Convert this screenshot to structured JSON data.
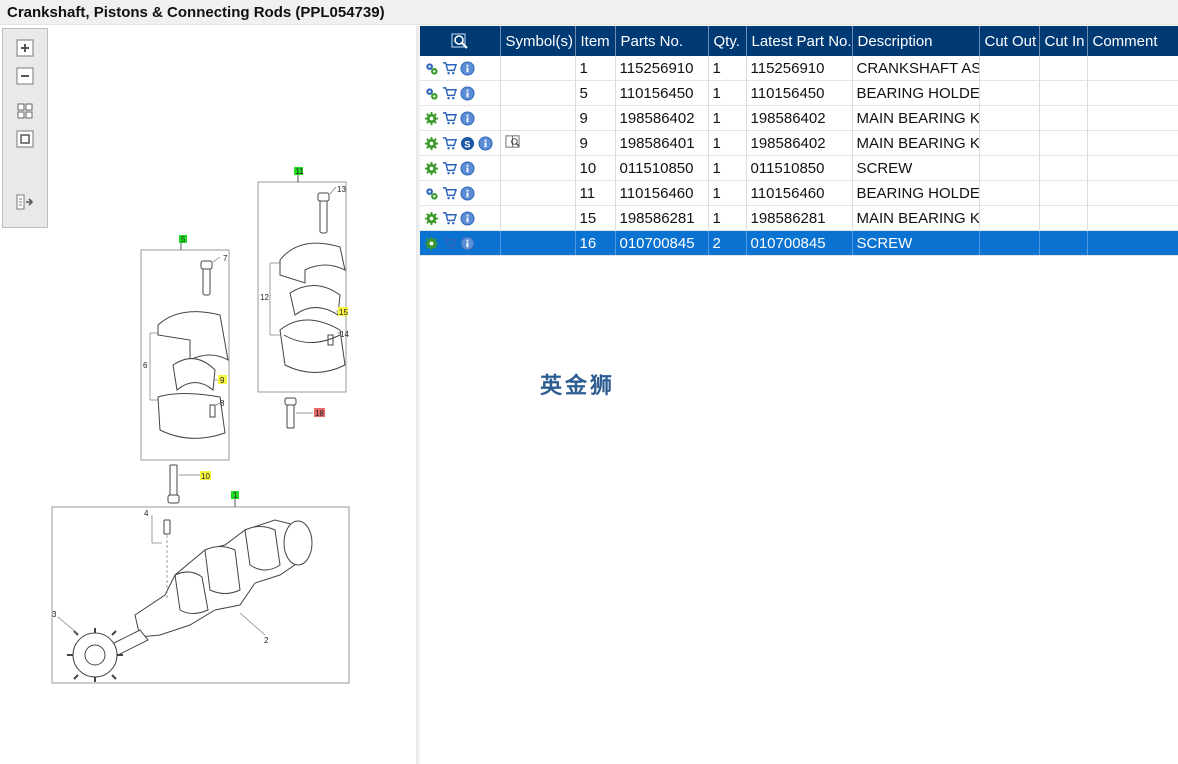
{
  "window": {
    "title": "Crankshaft, Pistons & Connecting Rods (PPL054739)"
  },
  "toolbar": {
    "buttons": [
      {
        "name": "zoom-in-button",
        "icon": "plus-box-icon"
      },
      {
        "name": "zoom-out-button",
        "icon": "minus-box-icon"
      },
      {
        "name": "fit-view-button",
        "icon": "grid-icon"
      },
      {
        "name": "actual-size-button",
        "icon": "square-icon"
      },
      {
        "name": "toggle-panel-button",
        "icon": "panel-arrow-icon"
      }
    ]
  },
  "diagram": {
    "callouts": [
      {
        "label": "11",
        "color": "green"
      },
      {
        "label": "13",
        "color": "none"
      },
      {
        "label": "12",
        "color": "none"
      },
      {
        "label": "15",
        "color": "yellow"
      },
      {
        "label": "14",
        "color": "none"
      },
      {
        "label": "18",
        "color": "red"
      },
      {
        "label": "5",
        "color": "green"
      },
      {
        "label": "7",
        "color": "none"
      },
      {
        "label": "6",
        "color": "none"
      },
      {
        "label": "9",
        "color": "yellow"
      },
      {
        "label": "8",
        "color": "none"
      },
      {
        "label": "10",
        "color": "yellow"
      },
      {
        "label": "1",
        "color": "green"
      },
      {
        "label": "4",
        "color": "none"
      },
      {
        "label": "3",
        "color": "none"
      },
      {
        "label": "2",
        "color": "none"
      }
    ]
  },
  "table": {
    "columns": [
      "",
      "Symbol(s)",
      "Item",
      "Parts No.",
      "Qty.",
      "Latest Part No.",
      "Description",
      "Cut Out",
      "Cut In",
      "Comment"
    ],
    "rows": [
      {
        "icons": [
          "gears-icon",
          "cart-icon",
          "info-icon"
        ],
        "symbol": "",
        "item": "1",
        "parts_no": "115256910",
        "qty": "1",
        "latest": "115256910",
        "description": "CRANKSHAFT ASS",
        "cut_out": "",
        "cut_in": "",
        "comment": "",
        "selected": false
      },
      {
        "icons": [
          "gears-icon",
          "cart-icon",
          "info-icon"
        ],
        "symbol": "",
        "item": "5",
        "parts_no": "110156450",
        "qty": "1",
        "latest": "110156450",
        "description": "BEARING HOLDER",
        "cut_out": "",
        "cut_in": "",
        "comment": "",
        "selected": false
      },
      {
        "icons": [
          "gear-icon",
          "cart-icon",
          "info-icon"
        ],
        "symbol": "",
        "item": "9",
        "parts_no": "198586402",
        "qty": "1",
        "latest": "198586402",
        "description": "MAIN BEARING KI",
        "cut_out": "",
        "cut_in": "",
        "comment": "",
        "selected": false
      },
      {
        "icons": [
          "gear-icon",
          "cart-icon",
          "s-badge-icon",
          "info-icon"
        ],
        "symbol": "book-icon",
        "item": "9",
        "parts_no": "198586401",
        "qty": "1",
        "latest": "198586402",
        "description": "MAIN BEARING KI",
        "cut_out": "",
        "cut_in": "",
        "comment": "",
        "selected": false
      },
      {
        "icons": [
          "gear-icon",
          "cart-icon",
          "info-icon"
        ],
        "symbol": "",
        "item": "10",
        "parts_no": "011510850",
        "qty": "1",
        "latest": "011510850",
        "description": "SCREW",
        "cut_out": "",
        "cut_in": "",
        "comment": "",
        "selected": false
      },
      {
        "icons": [
          "gears-icon",
          "cart-icon",
          "info-icon"
        ],
        "symbol": "",
        "item": "11",
        "parts_no": "110156460",
        "qty": "1",
        "latest": "110156460",
        "description": "BEARING HOLDER",
        "cut_out": "",
        "cut_in": "",
        "comment": "",
        "selected": false
      },
      {
        "icons": [
          "gear-icon",
          "cart-icon",
          "info-icon"
        ],
        "symbol": "",
        "item": "15",
        "parts_no": "198586281",
        "qty": "1",
        "latest": "198586281",
        "description": "MAIN BEARING KI",
        "cut_out": "",
        "cut_in": "",
        "comment": "",
        "selected": false
      },
      {
        "icons": [
          "gear-icon",
          "cart-icon",
          "info-icon"
        ],
        "symbol": "",
        "item": "16",
        "parts_no": "010700845",
        "qty": "2",
        "latest": "010700845",
        "description": "SCREW",
        "cut_out": "",
        "cut_in": "",
        "comment": "",
        "selected": true
      }
    ]
  },
  "watermark": {
    "text": "英金狮"
  },
  "colors": {
    "header_bg": "#003a75",
    "selected_row": "#0a72d1",
    "callout_green": "#22dd22",
    "callout_yellow": "#f5f542",
    "callout_red": "#e86a6a"
  }
}
